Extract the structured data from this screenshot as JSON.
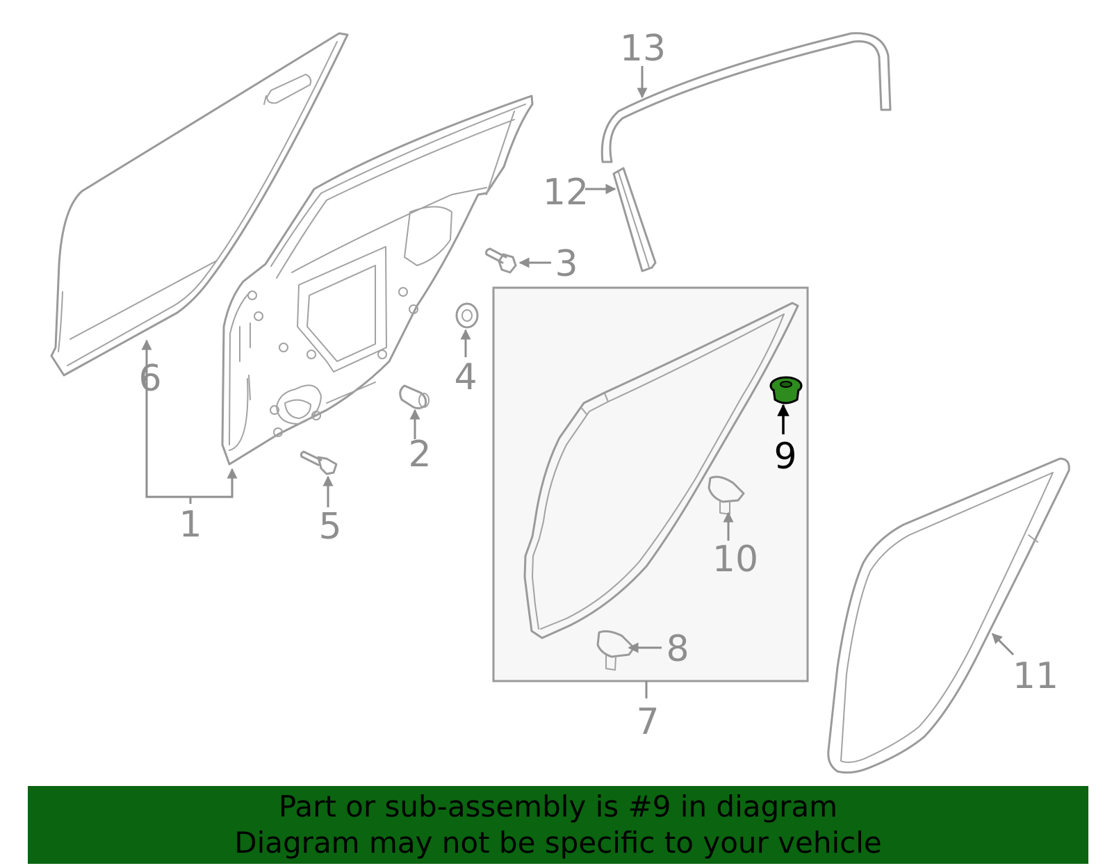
{
  "colors": {
    "banner_bg": "#0b6410",
    "highlight_part": "#2e8b1e",
    "line_art": "#9a9a9a",
    "subassembly_box": "#f7f7f7"
  },
  "callouts": {
    "c1": "1",
    "c2": "2",
    "c3": "3",
    "c4": "4",
    "c5": "5",
    "c6": "6",
    "c7": "7",
    "c8": "8",
    "c9": "9",
    "c10": "10",
    "c11": "11",
    "c12": "12",
    "c13": "13"
  },
  "highlighted_callout": "9",
  "banner": {
    "line1": "Part or sub-assembly is #9 in diagram",
    "line2": "Diagram may not be specific to your vehicle"
  }
}
